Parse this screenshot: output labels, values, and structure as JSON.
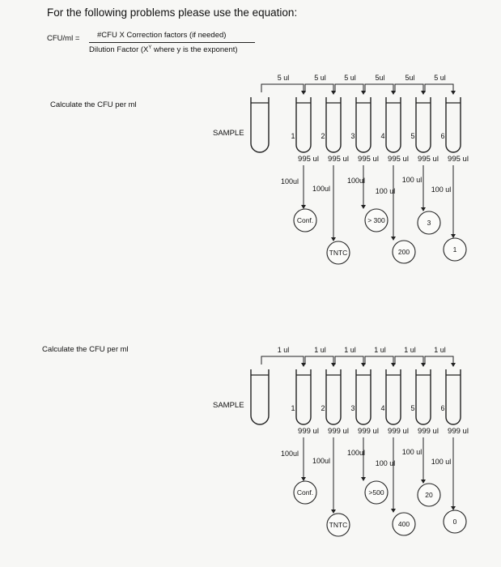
{
  "intro": "For the following problems please use the equation:",
  "equation": {
    "lhs": "CFU/ml =",
    "numerator": "#CFU  X  Correction factors (if needed)",
    "denominator_prefix": "Dilution Factor (X",
    "denominator_sup": "Y",
    "denominator_suffix": " where y is the exponent)"
  },
  "problems": [
    {
      "prompt": "Calculate the CFU per ml",
      "sample_label": "SAMPLE",
      "transfer_labels": [
        "5 ul",
        "5 ul",
        "5 ul",
        "5ul",
        "5ul",
        "5 ul"
      ],
      "tube_numbers": [
        "1",
        "2",
        "3",
        "4",
        "5",
        "6"
      ],
      "diluent_labels": [
        "995 ul",
        "995 ul",
        "995 ul",
        "995 ul",
        "995 ul",
        "995 ul"
      ],
      "plated_volumes": [
        "100ul",
        "100ul",
        "100ul",
        "100 ul",
        "100 ul",
        "100 ul"
      ],
      "plate_counts": [
        "Conf.",
        "TNTC",
        "> 300",
        "200",
        "3",
        "1"
      ]
    },
    {
      "prompt": "Calculate the CFU per ml",
      "sample_label": "SAMPLE",
      "transfer_labels": [
        "1 ul",
        "1 ul",
        "1 ul",
        "1 ul",
        "1 ul",
        "1 ul"
      ],
      "tube_numbers": [
        "1",
        "2",
        "3",
        "4",
        "5",
        "6"
      ],
      "diluent_labels": [
        "999 ul",
        "999 ul",
        "999 ul",
        "999 ul",
        "999 ul",
        "999 ul"
      ],
      "plated_volumes": [
        "100ul",
        "100ul",
        "100ul",
        "100 ul",
        "100 ul",
        "100 ul"
      ],
      "plate_counts": [
        "Conf.",
        "TNTC",
        ">500",
        "400",
        "20",
        "0"
      ]
    }
  ]
}
